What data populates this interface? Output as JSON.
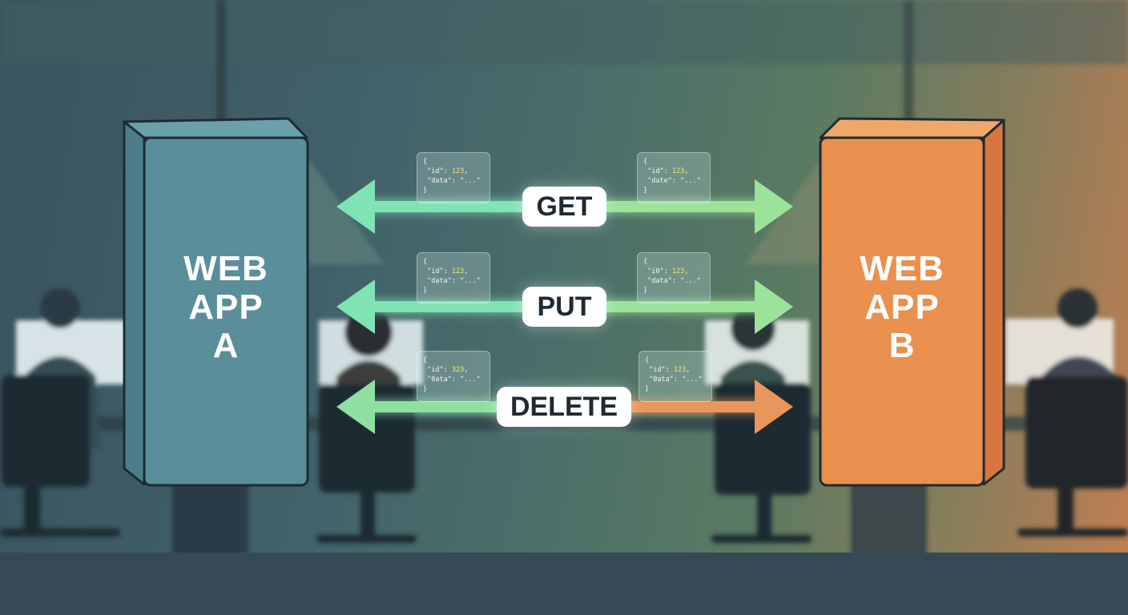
{
  "servers": {
    "left": {
      "label_lines": [
        "WEB",
        "APP",
        "A"
      ],
      "color": "#5a8e9a"
    },
    "right": {
      "label_lines": [
        "WEB",
        "APP",
        "B"
      ],
      "color": "#e9904f"
    }
  },
  "methods": [
    {
      "label": "GET",
      "left_arrow_color": "#7fe3b4",
      "right_arrow_color": "#9be39a"
    },
    {
      "label": "PUT",
      "left_arrow_color": "#7fe3b4",
      "right_arrow_color": "#9be39a"
    },
    {
      "label": "DELETE",
      "left_arrow_color": "#8fe0a0",
      "right_arrow_color": "#e9965a"
    }
  ],
  "json_cards": [
    {
      "key1": "\"id\"",
      "num": "123",
      "key2": "\"data\"",
      "val": "\"...\""
    },
    {
      "key1": "\"id\"",
      "num": "123",
      "key2": "\"date\"",
      "val": "\"...\""
    },
    {
      "key1": "\"id\"",
      "num": "123",
      "key2": "\"data\"",
      "val": "\"...\""
    },
    {
      "key1": "\"i0\"",
      "num": "123",
      "key2": "\"data\"",
      "val": "\"...\""
    },
    {
      "key1": "\"id\"",
      "num": "323",
      "key2": "\"0ata\"",
      "val": "\"...\""
    },
    {
      "key1": "\"id\"",
      "num": "123",
      "key2": "\"0ata\"",
      "val": "\"...\""
    }
  ]
}
